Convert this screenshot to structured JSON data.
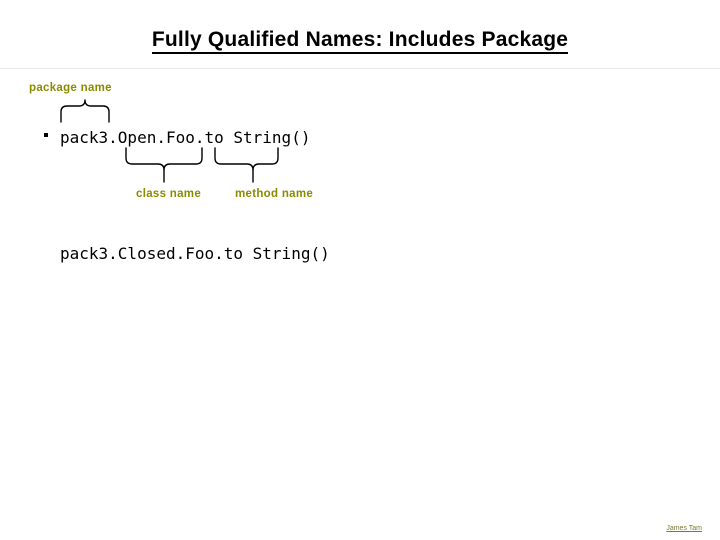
{
  "slide": {
    "title": "Fully Qualified Names: Includes Package",
    "labels": {
      "package": "package name",
      "class": "class  name",
      "method": "method name"
    },
    "code_lines": [
      "pack3.Open.Foo.to String()",
      "pack3.Closed.Foo.to String()"
    ],
    "bullet_glyph": "▪",
    "footer": "James Tam",
    "colors": {
      "label": "#8b8b00",
      "text": "#000000",
      "background": "#ffffff",
      "footer": "#7a7a30"
    }
  }
}
